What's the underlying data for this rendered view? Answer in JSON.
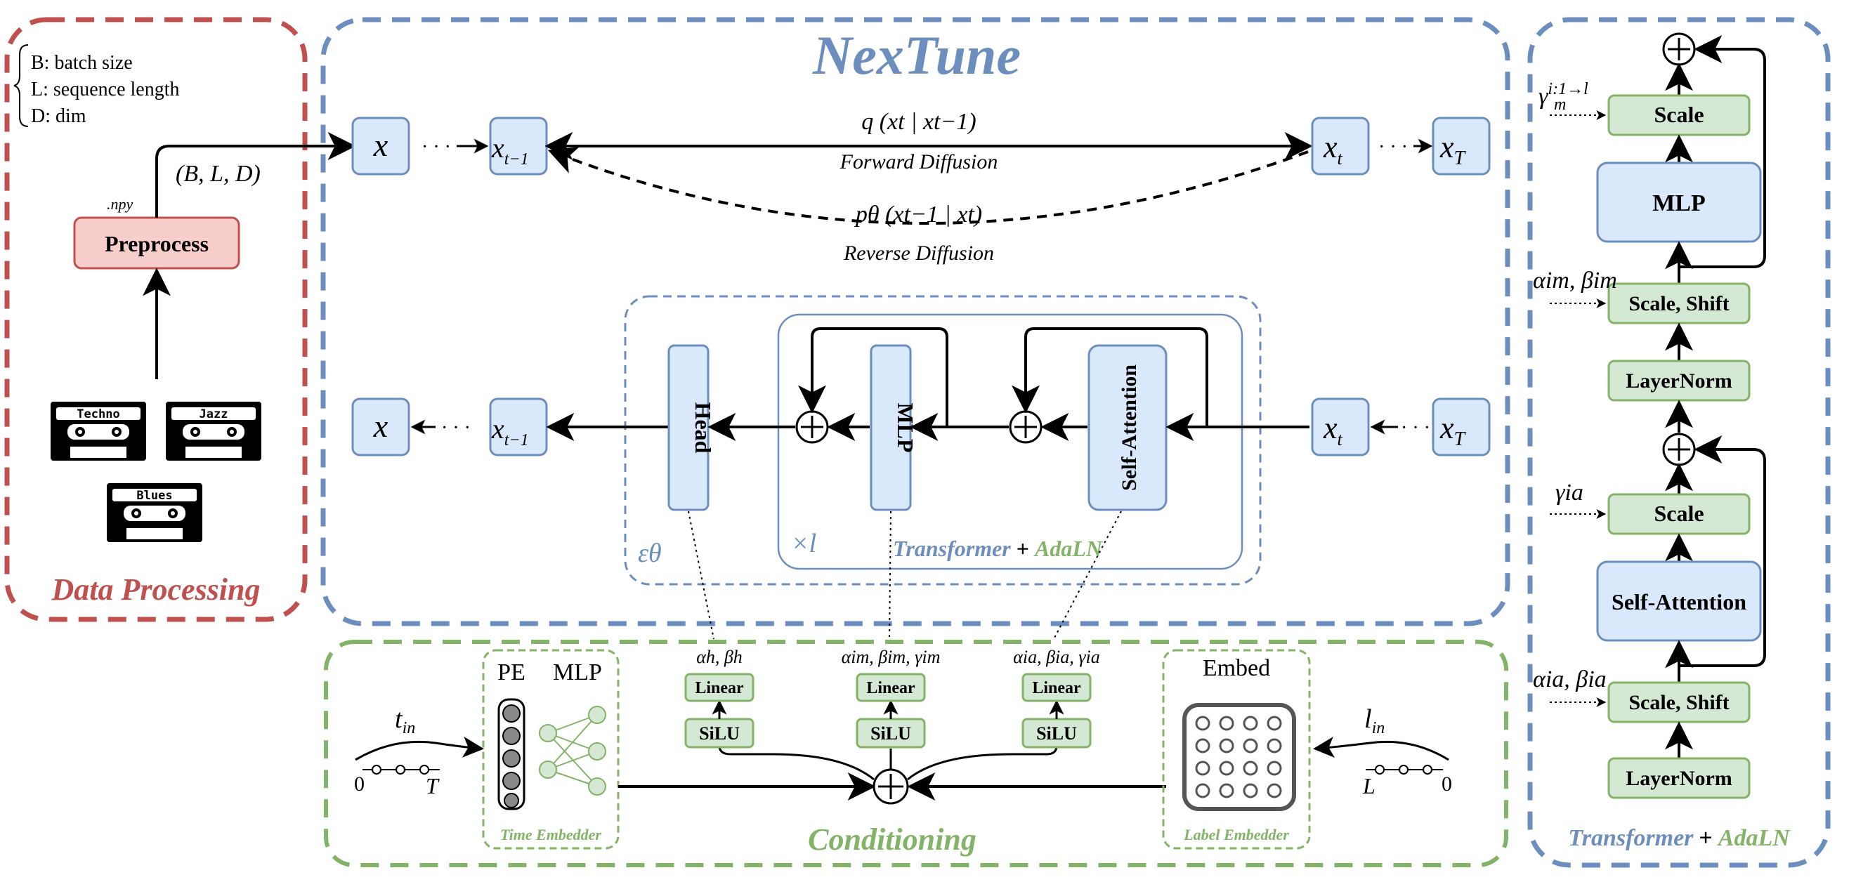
{
  "colors": {
    "red": "#c0504d",
    "blue": "#6c8ebf",
    "green": "#82b366",
    "pink_fill": "#f8cecc",
    "blue_fill": "#dae8fc",
    "green_fill": "#d5e8d4",
    "title_blue": "#6c8ebf",
    "green_text": "#82b366"
  },
  "title": "NexTune",
  "data_processing": {
    "title": "Data Processing",
    "legend": [
      "B: batch size",
      "L: sequence length",
      "D: dim"
    ],
    "shape": "(B, L, D)",
    "format": ".npy",
    "preprocess": "Preprocess",
    "cassettes": [
      "Techno",
      "Jazz",
      "Blues"
    ]
  },
  "diffusion": {
    "x": "x",
    "x_prev": "x",
    "x_prev_sub": "t−1",
    "x_t": "x",
    "x_t_sub": "t",
    "x_T": "x",
    "x_T_sub": "T",
    "forward_formula": "q (xt | xt−1)",
    "forward_label": "Forward Diffusion",
    "reverse_formula": "pθ (xt−1 | xt)",
    "reverse_label": "Reverse Diffusion",
    "dots": "· · ·"
  },
  "denoiser": {
    "head": "Head",
    "mlp": "MLP",
    "self_attention": "Self-Attention",
    "epsilon": "εθ",
    "repeat": "×l",
    "transformer": "Transformer",
    "plus": "+",
    "adaln": "AdaLN"
  },
  "conditioning": {
    "title": "Conditioning",
    "t_in": "t",
    "t_in_sub": "in",
    "t_zero": "0",
    "t_T": "T",
    "pe": "PE",
    "mlp": "MLP",
    "time_embedder": "Time Embedder",
    "linear": "Linear",
    "silu": "SiLU",
    "head_params": "αh, βh",
    "mlp_params": "αim, βim, γim",
    "attn_params": "αia, βia, γia",
    "embed": "Embed",
    "label_embedder": "Label Embedder",
    "l_in": "l",
    "l_in_sub": "in",
    "l_L": "L",
    "l_zero": "0"
  },
  "detail": {
    "scale": "Scale",
    "mlp": "MLP",
    "scale_shift": "Scale, Shift",
    "layernorm": "LayerNorm",
    "self_attention": "Self-Attention",
    "gamma_m": "γ",
    "gamma_m_sup": "i:1→l",
    "gamma_m_sub": "m",
    "alpha_beta_m": "αim, βim",
    "gamma_a": "γia",
    "alpha_beta_a": "αia, βia",
    "transformer": "Transformer",
    "plus": "+",
    "adaln": "AdaLN"
  }
}
